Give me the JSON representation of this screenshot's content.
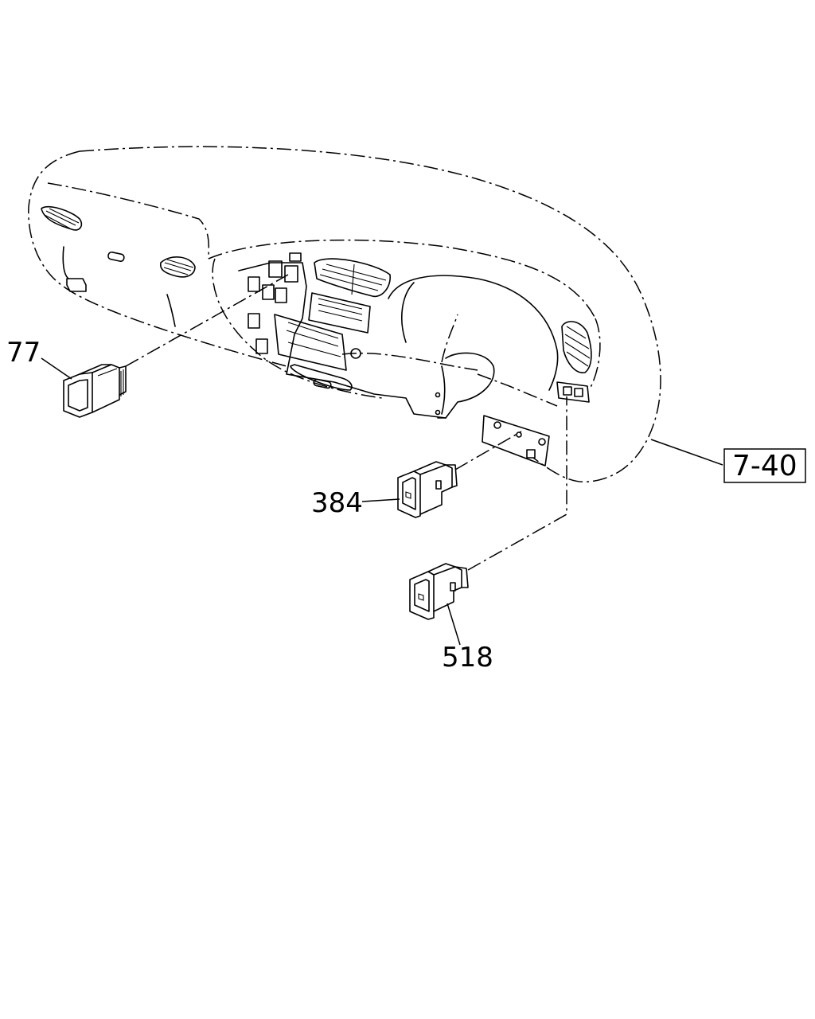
{
  "callouts": {
    "part_77": "77",
    "part_384": "384",
    "part_518": "518",
    "reference": "7-40"
  }
}
